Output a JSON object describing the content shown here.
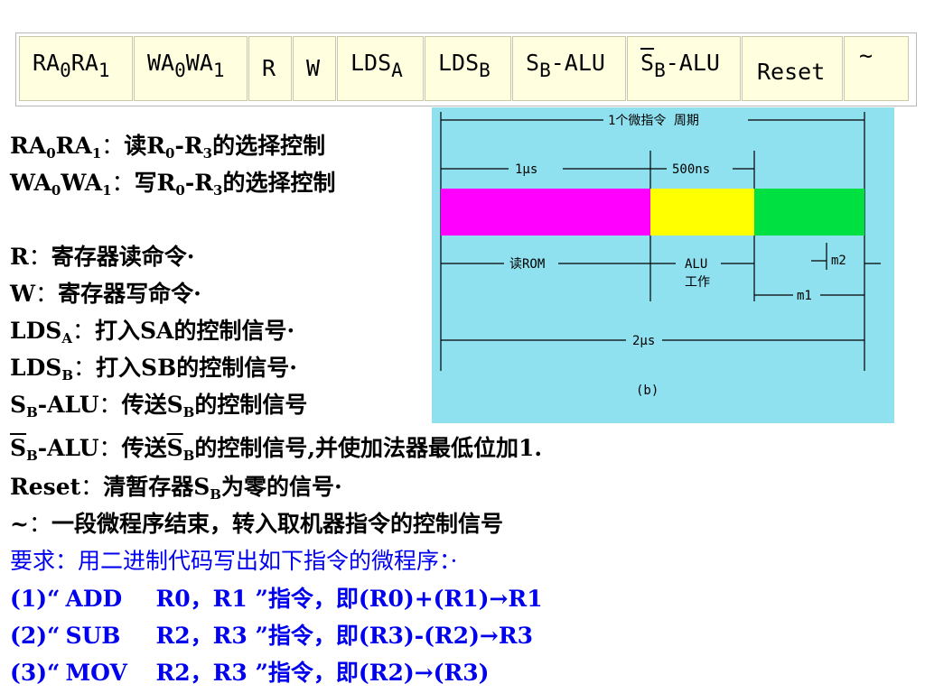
{
  "control_word": {
    "fields": [
      {
        "base": "RA",
        "sub1": "0",
        "base2": "RA",
        "sub2": "1"
      },
      {
        "base": "WA",
        "sub1": "0",
        "base2": "WA",
        "sub2": "1"
      },
      {
        "base": "R"
      },
      {
        "base": "W"
      },
      {
        "base": "LDS",
        "sub1": "A"
      },
      {
        "base": "LDS",
        "sub1": "B"
      },
      {
        "base": "S",
        "sub1": "B",
        "tail": "-ALU"
      },
      {
        "base": "S",
        "sub1": "B",
        "tail": "-ALU",
        "overline": true
      },
      {
        "base": "Reset"
      },
      {
        "base": "~"
      }
    ]
  },
  "timing": {
    "cycle_label": "1个微指令 周期",
    "t1_label": "1μs",
    "t2_label": "500ns",
    "read_rom_label": "读ROM",
    "alu_label_1": "ALU",
    "alu_label_2": "工作",
    "m2_label": "m2",
    "m1_label": "m1",
    "total_label": "2μs",
    "caption": "(b)",
    "colors": {
      "seg1": "#ff00ff",
      "seg2": "#ffff00",
      "seg3": "#00e040",
      "background": "#8fe1ef"
    },
    "durations_ns": {
      "read_rom": 1000,
      "alu": 500
    }
  },
  "descriptions": [
    {
      "sym": "RA",
      "s1": "0",
      "sym2": "RA",
      "s2": "1",
      "sep": "：",
      "text": "读R",
      "r0": "0",
      "mid": "-R",
      "r3": "3",
      "end": "的选择控制"
    },
    {
      "sym": "WA",
      "s1": "0",
      "sym2": "WA",
      "s2": "1",
      "sep": "：",
      "text": "写R",
      "r0": "0",
      "mid": "-R",
      "r3": "3",
      "end": "的选择控制"
    },
    {
      "sym": "R",
      "sep": "：",
      "end": "寄存器读命令·"
    },
    {
      "sym": "W",
      "sep": "：",
      "end": "寄存器写命令·"
    },
    {
      "sym": "LDS",
      "s1": "A",
      "sep": "：",
      "text": "打入",
      "mid": "SA",
      "end": "的控制信号·"
    },
    {
      "sym": "LDS",
      "s1": "B",
      "sep": "：",
      "text": "打入",
      "mid": "SB",
      "end": "的控制信号·"
    },
    {
      "sym": "S",
      "s1": "B",
      "tail": "-ALU",
      "sep": "：",
      "text": "传送S",
      "r0": "B",
      "end": "的控制信号"
    },
    {
      "sym": "S",
      "s1": "B",
      "tail": "-ALU",
      "sep": "：",
      "text": "传送",
      "sym2": "S",
      "s2": "B",
      "end": "的控制信号,并使加法器最低位加1."
    },
    {
      "sym": "Reset",
      "sep": "：",
      "text": "清暂存器S",
      "r0": "B",
      "end": "为零的信号·"
    },
    {
      "sym": "~",
      "sep": "：",
      "end": "一段微程序结束，转入取机器指令的控制信号"
    }
  ],
  "requirement": "要求：用二进制代码写出如下指令的微程序：·",
  "instructions": [
    {
      "no": "(1)“",
      "op": "ADD",
      "args": "R0，R1 ”指令，即(R0)+(R1)→R1"
    },
    {
      "no": "(2)“",
      "op": "SUB",
      "args": "R2，R3 ”指令，即(R3)-(R2)→R3"
    },
    {
      "no": "(3)“",
      "op": "MOV",
      "args": "R2，R3 ”指令，即(R2)→(R3)"
    }
  ]
}
